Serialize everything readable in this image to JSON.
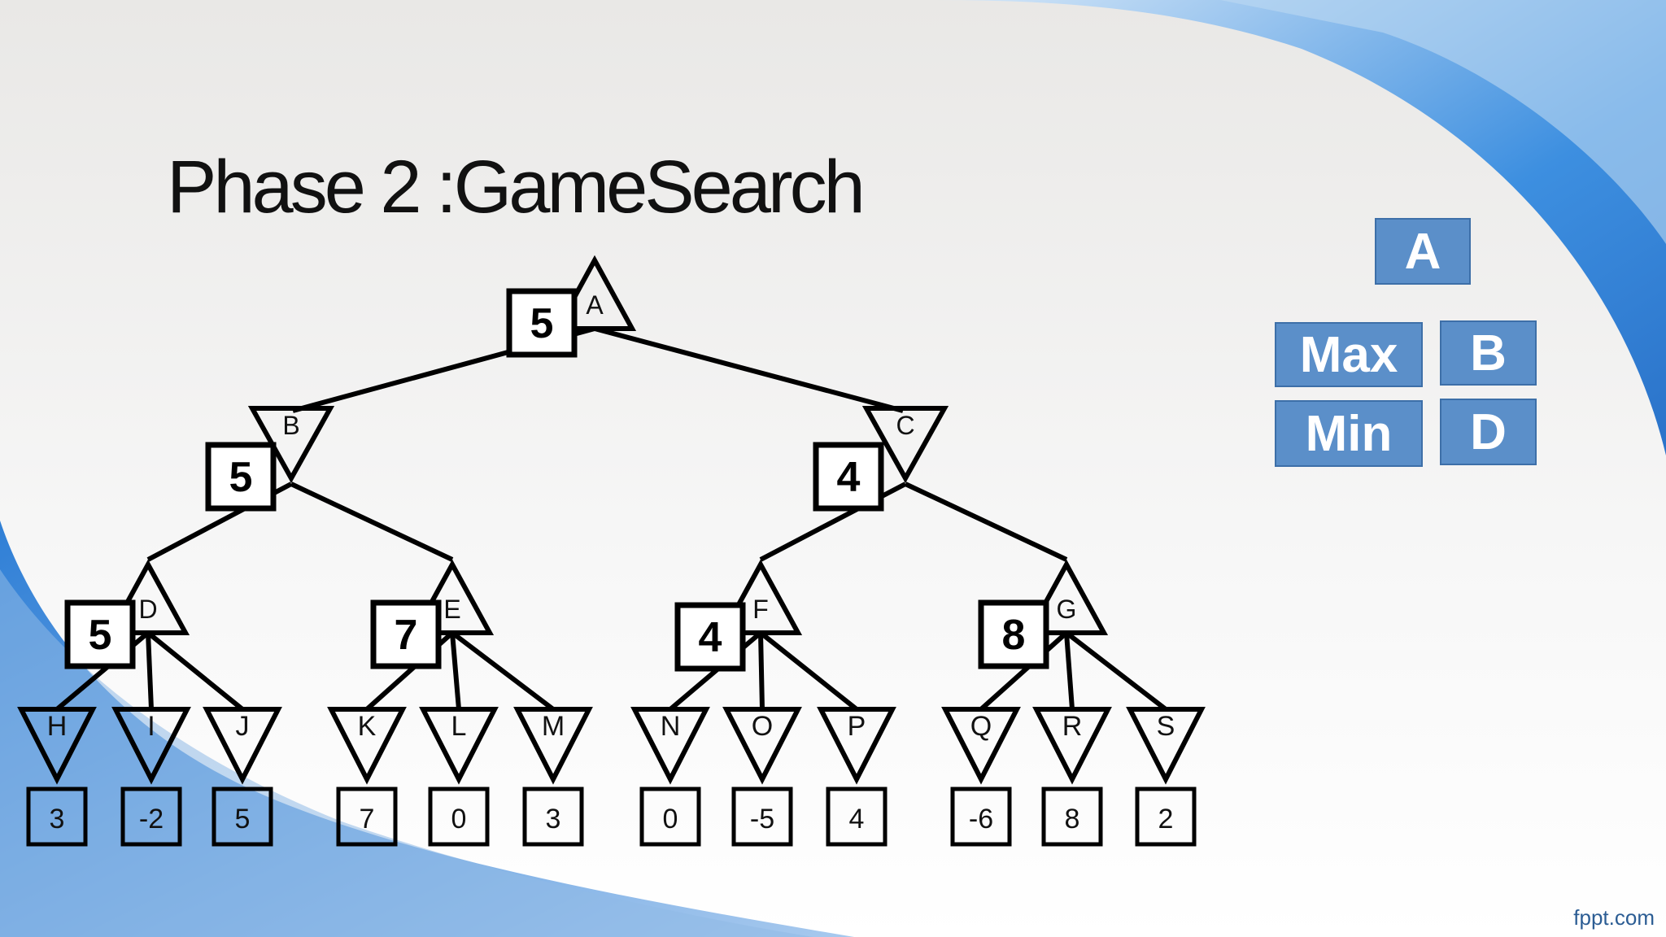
{
  "title": {
    "part1": "Phase 2 :",
    "part2": "Game",
    "part3": "Search"
  },
  "footer": "fppt.com",
  "legend": {
    "a": "A",
    "max": "Max",
    "b": "B",
    "min": "Min",
    "d": "D"
  },
  "tree": {
    "internal": [
      {
        "id": "A",
        "kind": "max",
        "value": "5"
      },
      {
        "id": "B",
        "kind": "min",
        "value": "5"
      },
      {
        "id": "C",
        "kind": "min",
        "value": "4"
      },
      {
        "id": "D",
        "kind": "max",
        "value": "5"
      },
      {
        "id": "E",
        "kind": "max",
        "value": "7"
      },
      {
        "id": "F",
        "kind": "max",
        "value": "4"
      },
      {
        "id": "G",
        "kind": "max",
        "value": "8"
      }
    ],
    "leaves": [
      {
        "id": "H",
        "value": "3"
      },
      {
        "id": "I",
        "value": "-2"
      },
      {
        "id": "J",
        "value": "5"
      },
      {
        "id": "K",
        "value": "7"
      },
      {
        "id": "L",
        "value": "0"
      },
      {
        "id": "M",
        "value": "3"
      },
      {
        "id": "N",
        "value": "0"
      },
      {
        "id": "O",
        "value": "-5"
      },
      {
        "id": "P",
        "value": "4"
      },
      {
        "id": "Q",
        "value": "-6"
      },
      {
        "id": "R",
        "value": "8"
      },
      {
        "id": "S",
        "value": "2"
      }
    ],
    "edges": [
      [
        "A",
        "B"
      ],
      [
        "A",
        "C"
      ],
      [
        "B",
        "D"
      ],
      [
        "B",
        "E"
      ],
      [
        "C",
        "F"
      ],
      [
        "C",
        "G"
      ],
      [
        "D",
        "H"
      ],
      [
        "D",
        "I"
      ],
      [
        "D",
        "J"
      ],
      [
        "E",
        "K"
      ],
      [
        "E",
        "L"
      ],
      [
        "E",
        "M"
      ],
      [
        "F",
        "N"
      ],
      [
        "F",
        "O"
      ],
      [
        "F",
        "P"
      ],
      [
        "G",
        "Q"
      ],
      [
        "G",
        "R"
      ],
      [
        "G",
        "S"
      ]
    ]
  },
  "colors": {
    "accent": "#5b8fc9",
    "wave": "#2f7fd6"
  }
}
